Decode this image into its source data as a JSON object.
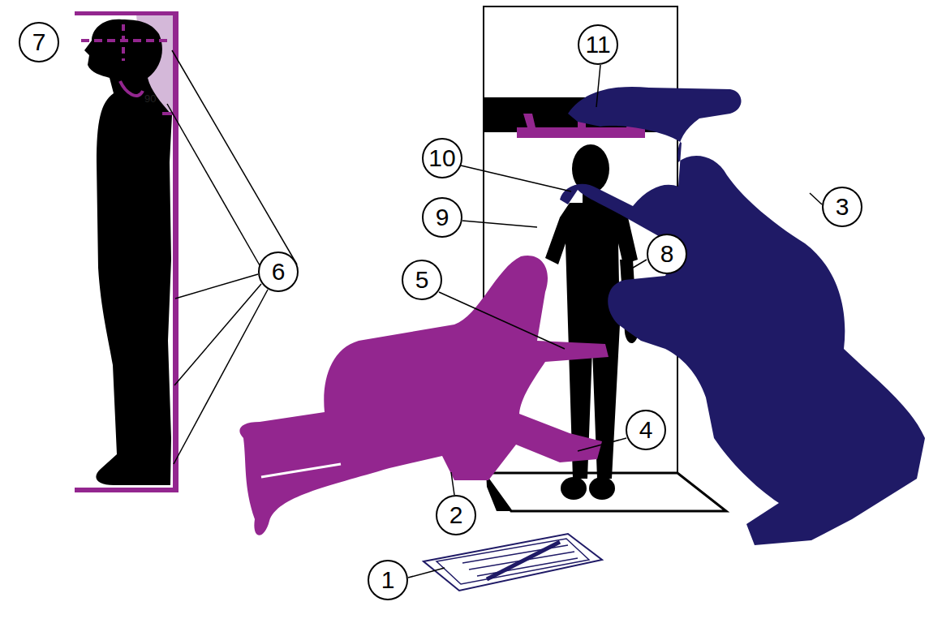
{
  "diagram": {
    "nodes": [
      {
        "text": [
          "7"
        ]
      },
      {
        "text": [
          "11"
        ]
      },
      {
        "text": [
          "10"
        ]
      },
      {
        "text": [
          "3"
        ]
      },
      {
        "text": [
          "9"
        ]
      },
      {
        "text": [
          "8"
        ]
      },
      {
        "text": [
          "6"
        ]
      },
      {
        "text": [
          "5"
        ]
      },
      {
        "text": [
          "4"
        ]
      },
      {
        "text": [
          "2"
        ]
      },
      {
        "text": [
          "1"
        ]
      }
    ],
    "labels": [
      "90"
    ]
  }
}
